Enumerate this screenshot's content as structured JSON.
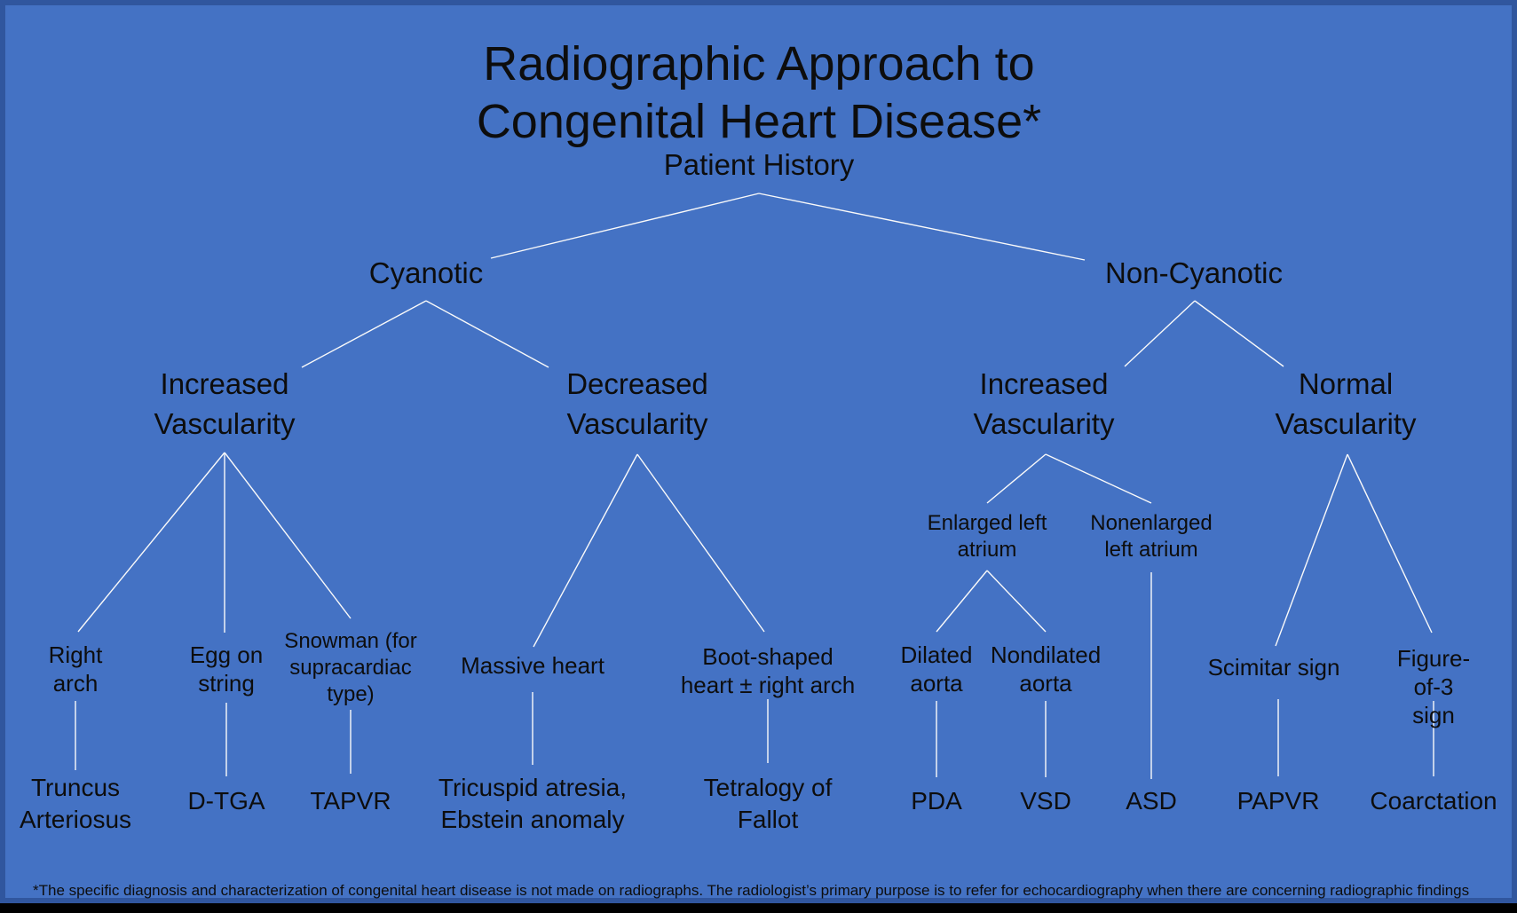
{
  "title": "Radiographic Approach to Congenital Heart Disease*",
  "footnote": "*The specific diagnosis and characterization of congenital heart disease is not made on radiographs. The radiologist’s primary purpose is to refer for echocardiography when there are concerning radiographic findings",
  "colors": {
    "background": "#4472C4",
    "border": "#30569E",
    "connector": "#FAFAFA",
    "text": "#0D0D0D",
    "bottom_bar": "#000000"
  },
  "tree": {
    "root": "Patient History",
    "cyanotic": {
      "label": "Cyanotic",
      "increased_vascularity": {
        "label": "Increased\nVascularity",
        "right_arch": {
          "sign": "Right\narch",
          "diagnosis": "Truncus\nArteriosus"
        },
        "egg_on_string": {
          "sign": "Egg on\nstring",
          "diagnosis": "D-TGA"
        },
        "snowman": {
          "sign": "Snowman (for\nsupracardiac\ntype)",
          "diagnosis": "TAPVR"
        }
      },
      "decreased_vascularity": {
        "label": "Decreased\nVascularity",
        "massive_heart": {
          "sign": "Massive heart",
          "diagnosis": "Tricuspid atresia,\nEbstein anomaly"
        },
        "boot_shaped": {
          "sign": "Boot-shaped\nheart ± right arch",
          "diagnosis": "Tetralogy of\nFallot"
        }
      }
    },
    "non_cyanotic": {
      "label": "Non-Cyanotic",
      "increased_vascularity": {
        "label": "Increased\nVascularity",
        "enlarged_left_atrium": {
          "label": "Enlarged left\natrium",
          "dilated_aorta": {
            "sign": "Dilated\naorta",
            "diagnosis": "PDA"
          },
          "nondilated_aorta": {
            "sign": "Nondilated\naorta",
            "diagnosis": "VSD"
          }
        },
        "nonenlarged_left_atrium": {
          "label": "Nonenlarged\nleft atrium",
          "diagnosis": "ASD"
        }
      },
      "normal_vascularity": {
        "label": "Normal\nVascularity",
        "scimitar": {
          "sign": "Scimitar sign",
          "diagnosis": "PAPVR"
        },
        "figure_of_3": {
          "sign": "Figure-of-3\nsign",
          "diagnosis": "Coarctation"
        }
      }
    }
  }
}
